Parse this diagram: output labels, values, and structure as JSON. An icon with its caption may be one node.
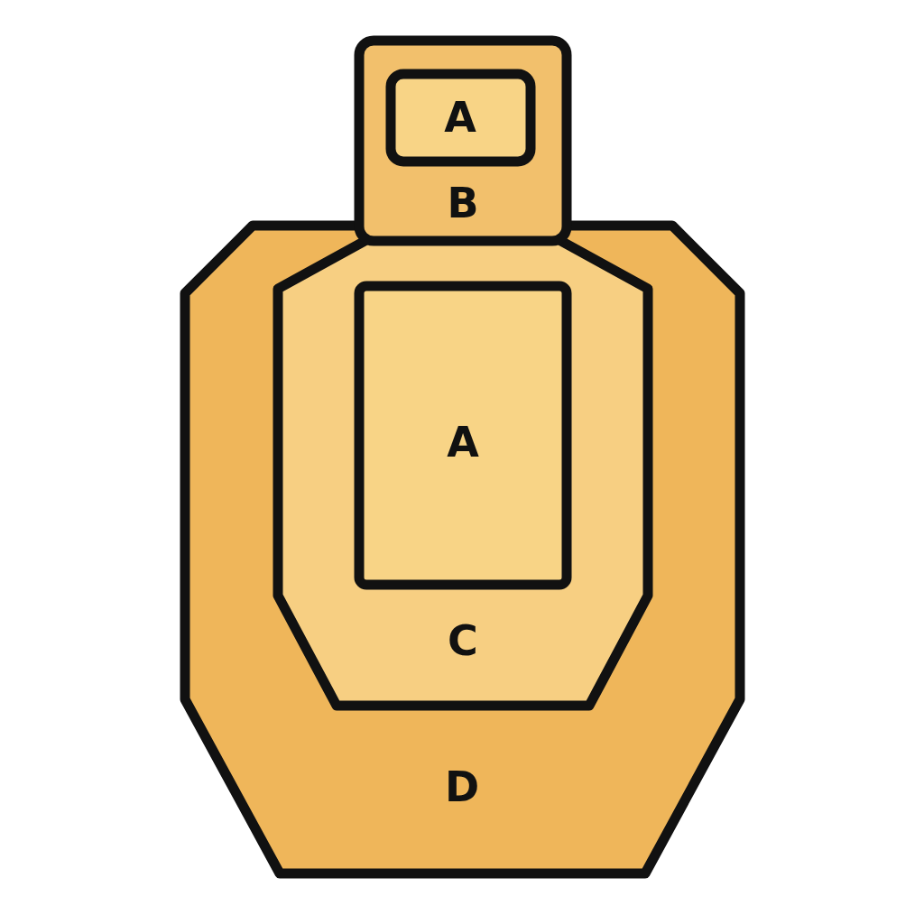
{
  "diagram": {
    "nodes": [
      {
        "text": [
          "B"
        ]
      },
      {
        "text": [
          "A"
        ],
        "in": 0
      },
      {
        "text": [
          "D"
        ]
      },
      {
        "text": [
          "C"
        ],
        "in": 2
      },
      {
        "text": [
          "A"
        ],
        "in": 3
      }
    ],
    "edges": []
  }
}
